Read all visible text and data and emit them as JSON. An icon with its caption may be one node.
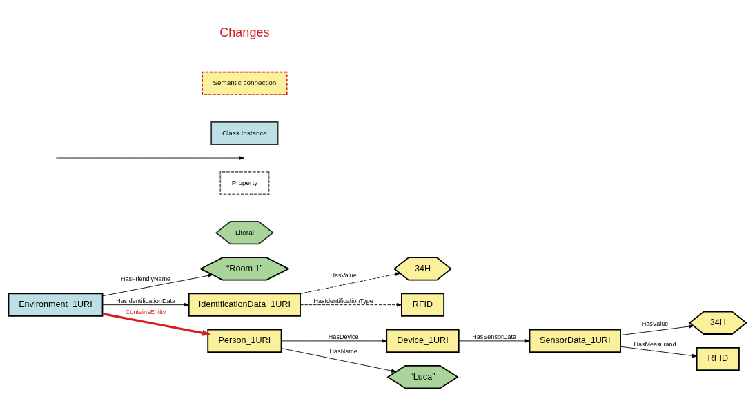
{
  "diagram": {
    "nodes": [
      {
        "text": [
          "Environment_1URI"
        ]
      },
      {
        "text": [
          "“Room 1”"
        ]
      },
      {
        "text": [
          "IdentificationData_1URI"
        ]
      },
      {
        "text": [
          "34H"
        ]
      },
      {
        "text": [
          "RFID"
        ]
      },
      {
        "text": [
          "Person_1URI"
        ]
      },
      {
        "text": [
          "Device_1URI"
        ]
      },
      {
        "text": [
          "SensorData_1URI"
        ]
      },
      {
        "text": [
          "34H"
        ]
      },
      {
        "text": [
          "RFID"
        ]
      },
      {
        "text": [
          "“Luca”"
        ]
      }
    ],
    "edges": [
      {
        "from": 0,
        "to": 1,
        "arrow": "to",
        "label": "HasFriendlyName"
      },
      {
        "from": 0,
        "to": 2,
        "arrow": "to",
        "label": "HasIdentificationData"
      },
      {
        "from": 0,
        "to": 5,
        "arrow": "to",
        "label": "ContainsEntity",
        "style": "thick",
        "color": "#d42020"
      },
      {
        "from": 2,
        "to": 3,
        "arrow": "to",
        "label": "HasValue",
        "style": "dashed"
      },
      {
        "from": 2,
        "to": 4,
        "arrow": "to",
        "label": "HasIdentificationType",
        "style": "dashed"
      },
      {
        "from": 5,
        "to": 6,
        "arrow": "to",
        "label": "HasDevice"
      },
      {
        "from": 5,
        "to": 10,
        "arrow": "to",
        "label": "HasName"
      },
      {
        "from": 6,
        "to": 7,
        "arrow": "to",
        "label": "HasSensorData"
      },
      {
        "from": 7,
        "to": 8,
        "arrow": "to",
        "label": "HasValue"
      },
      {
        "from": 7,
        "to": 9,
        "arrow": "to",
        "label": "HasMeasurand"
      }
    ],
    "labels": [
      "Changes"
    ],
    "legend": [
      {
        "text": "Semantic connection"
      },
      {
        "text": "Class Instance"
      },
      {
        "text": "Property"
      },
      {
        "text": "Literal"
      }
    ]
  }
}
